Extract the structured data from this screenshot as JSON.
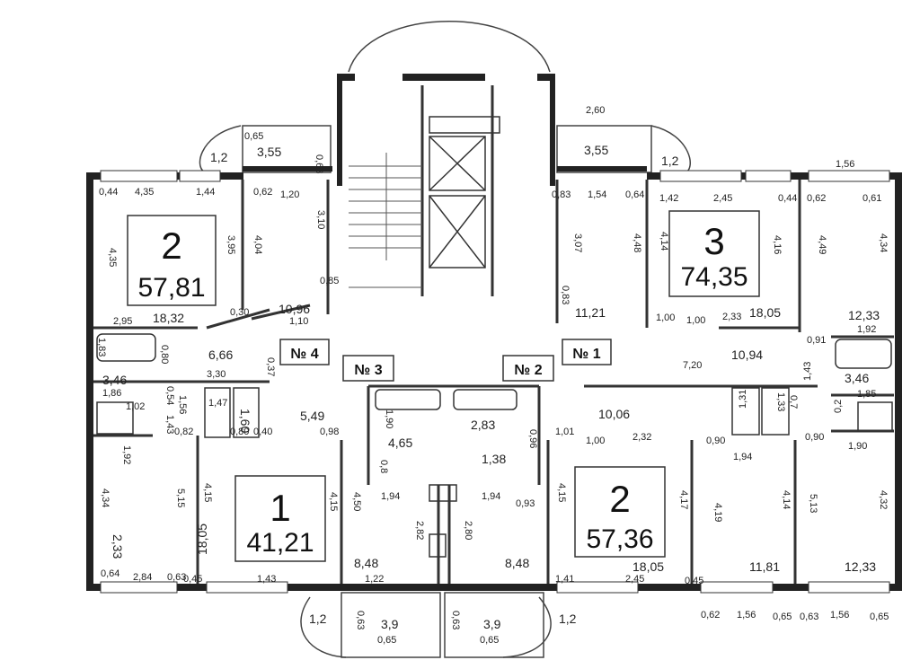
{
  "apartments": [
    {
      "id": "apt-2-left",
      "number": "2",
      "area": "57,81"
    },
    {
      "id": "apt-3",
      "number": "3",
      "area": "74,35"
    },
    {
      "id": "apt-1",
      "number": "1",
      "area": "41,21"
    },
    {
      "id": "apt-2-right",
      "number": "2",
      "area": "57,36"
    }
  ],
  "door_labels": [
    "№ 4",
    "№ 3",
    "№ 2",
    "№ 1"
  ],
  "dimensions": {
    "top_left_balcony": [
      "0,65",
      "0,63",
      "3,55",
      "1,2"
    ],
    "top_right_balcony": [
      "2,60",
      "3,55",
      "1,2"
    ],
    "top_right_edge": "1,56",
    "left_apt2": [
      "0,44",
      "4,35",
      "1,44",
      "0,62",
      "1,20",
      "3,10",
      "4,35",
      "3,95",
      "4,04",
      "0,85",
      "0,30",
      "10,96",
      "1,10",
      "2,95",
      "18,32",
      "1,83",
      "0,80",
      "6,66",
      "0,37",
      "3,46",
      "3,30",
      "1,86",
      "0,54",
      "1,02",
      "1,56",
      "1,43",
      "1,47",
      "1,60",
      "0,82",
      "0,80",
      "0,40",
      "5,49",
      "0,98"
    ],
    "apt3": [
      "0,83",
      "1,54",
      "0,64",
      "1,42",
      "2,45",
      "0,44",
      "0,62",
      "0,61",
      "3,07",
      "4,48",
      "4,14",
      "4,16",
      "4,49",
      "4,34",
      "0,83",
      "11,21",
      "1,00",
      "1,00",
      "2,33",
      "18,05",
      "12,33",
      "0,91",
      "1,92",
      "7,20",
      "10,94",
      "3,46",
      "1,43",
      "1,85",
      "1,31",
      "1,33",
      "0,7",
      "0,2",
      "0,90",
      "1,94",
      "0,90",
      "1,90"
    ],
    "center": [
      "1,90",
      "2,83",
      "4,65",
      "1,38",
      "0,96",
      "0,8",
      "1,94",
      "1,94",
      "0,93",
      "2,82",
      "2,80",
      "10,06",
      "1,01",
      "1,00",
      "2,32"
    ],
    "apt1": [
      "1,92",
      "4,34",
      "5,15",
      "4,15",
      "4,15",
      "4,50",
      "2,33",
      "18,05",
      "0,64",
      "2,84",
      "0,63",
      "0,45",
      "1,43",
      "8,48",
      "1,22"
    ],
    "apt2_right": [
      "4,15",
      "4,17",
      "4,19",
      "4,14",
      "5,13",
      "4,32",
      "8,48",
      "18,05",
      "11,81",
      "12,33",
      "1,41",
      "2,45",
      "0,45"
    ],
    "bottom": [
      "1,2",
      "0,63",
      "3,9",
      "0,65",
      "0,63",
      "3,9",
      "0,65",
      "1,2",
      "0,62",
      "1,56",
      "0,65",
      "0,63",
      "1,56",
      "0,65"
    ]
  }
}
